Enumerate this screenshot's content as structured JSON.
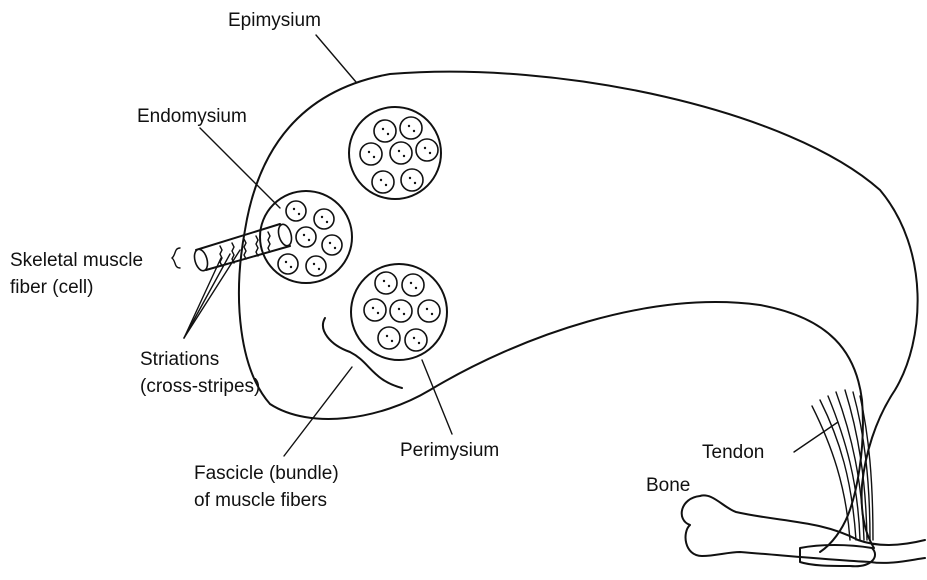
{
  "labels": {
    "epimysium": "Epimysium",
    "endomysium": "Endomysium",
    "skeletal_line1": "Skeletal muscle",
    "skeletal_line2": "fiber (cell)",
    "striations_line1": "Striations",
    "striations_line2": "(cross-stripes)",
    "fascicle_line1": "Fascicle (bundle)",
    "fascicle_line2": "of muscle fibers",
    "perimysium": "Perimysium",
    "tendon": "Tendon",
    "bone": "Bone"
  },
  "colors": {
    "ink": "#111111",
    "background": "#ffffff"
  }
}
